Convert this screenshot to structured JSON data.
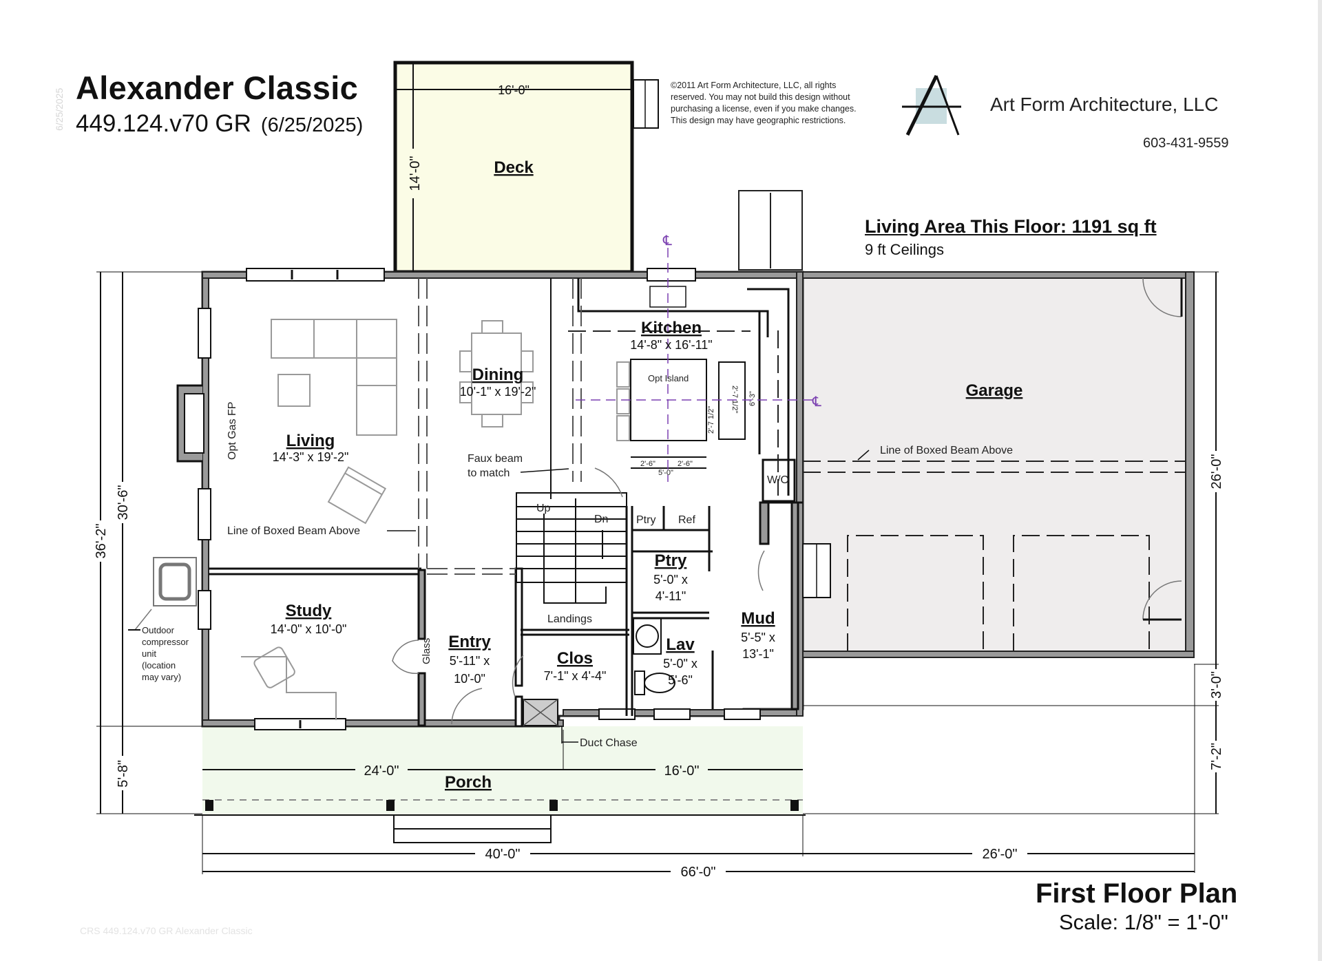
{
  "header": {
    "title": "Alexander Classic",
    "plan_number": "449.124.v70 GR",
    "date": "(6/25/2025)",
    "vertical_date": "6/25/2025"
  },
  "copyright": {
    "lines": [
      "©2011 Art Form Architecture, LLC, all rights",
      "reserved. You may not build this design without",
      "purchasing a license, even if you make changes.",
      "This design may have geographic restrictions."
    ]
  },
  "company": {
    "logo_icon": "a-frame-logo-icon",
    "name": "Art Form Architecture, LLC",
    "phone": "603-431-9559"
  },
  "summary": {
    "living_area": "Living Area This Floor: 1191 sq ft",
    "ceilings": "9 ft Ceilings"
  },
  "rooms": {
    "deck": {
      "name": "Deck",
      "width": "16'-0\"",
      "depth": "14'-0\""
    },
    "living": {
      "name": "Living",
      "size": "14'-3\" x 19'-2\""
    },
    "dining": {
      "name": "Dining",
      "size": "10'-1\" x 19'-2\""
    },
    "kitchen": {
      "name": "Kitchen",
      "size": "14'-8\" x 16'-11\""
    },
    "garage": {
      "name": "Garage"
    },
    "study": {
      "name": "Study",
      "size": "14'-0\" x 10'-0\""
    },
    "entry": {
      "name": "Entry",
      "size_line1": "5'-11\" x",
      "size_line2": "10'-0\""
    },
    "clos": {
      "name": "Clos",
      "size": "7'-1\" x 4'-4\""
    },
    "ptry": {
      "name": "Ptry",
      "size_line1": "5'-0\" x",
      "size_line2": "4'-11\""
    },
    "lav": {
      "name": "Lav",
      "size_line1": "5'-0\" x",
      "size_line2": "5'-6\""
    },
    "mud": {
      "name": "Mud",
      "size_line1": "5'-5\" x",
      "size_line2": "13'-1\""
    },
    "porch": {
      "name": "Porch"
    }
  },
  "annotations": {
    "opt_gas_fp": "Opt Gas FP",
    "boxed_beam_living": "Line of Boxed Beam Above",
    "boxed_beam_garage": "Line of Boxed Beam Above",
    "faux_beam_1": "Faux beam",
    "faux_beam_2": "to match",
    "opt_island": "Opt Island",
    "up": "Up",
    "dn": "Dn",
    "landings": "Landings",
    "ptry_small": "Ptry",
    "ref": "Ref",
    "wo": "W/O",
    "glass": "Glass",
    "duct_chase": "Duct Chase",
    "compressor": [
      "Outdoor",
      "compressor",
      "unit",
      "(location",
      "may vary)"
    ],
    "island_dims": {
      "d1": "2'-7 1/2\"",
      "d2": "2'-7 1/2\"",
      "d3": "2'-6\"",
      "d4": "2'-6\"",
      "d5": "5'-0\"",
      "d6": "6'-3\""
    },
    "centerline": "℄"
  },
  "dimensions": {
    "porch_left": "24'-0\"",
    "porch_right": "16'-0\"",
    "house_width": "40'-0\"",
    "garage_width": "26'-0\"",
    "total_width": "66'-0\"",
    "left_total": "36'-2\"",
    "left_house": "30'-6\"",
    "left_porch": "5'-8\"",
    "right_garage": "26'-0\"",
    "right_setback": "3'-0\"",
    "right_porch": "7'-2\""
  },
  "footer": {
    "plan_title": "First Floor Plan",
    "scale": "Scale: 1/8\" = 1'-0\"",
    "watermark": "CRS 449.124.v70 GR Alexander Classic"
  },
  "colors": {
    "deck_fill": "#fbfce6",
    "porch_fill": "#f1f9ec",
    "garage_fill": "#efeded",
    "wall_fill": "#9a9a9a",
    "centerline": "#7a3fb0",
    "logo_square": "#c9dde0"
  }
}
